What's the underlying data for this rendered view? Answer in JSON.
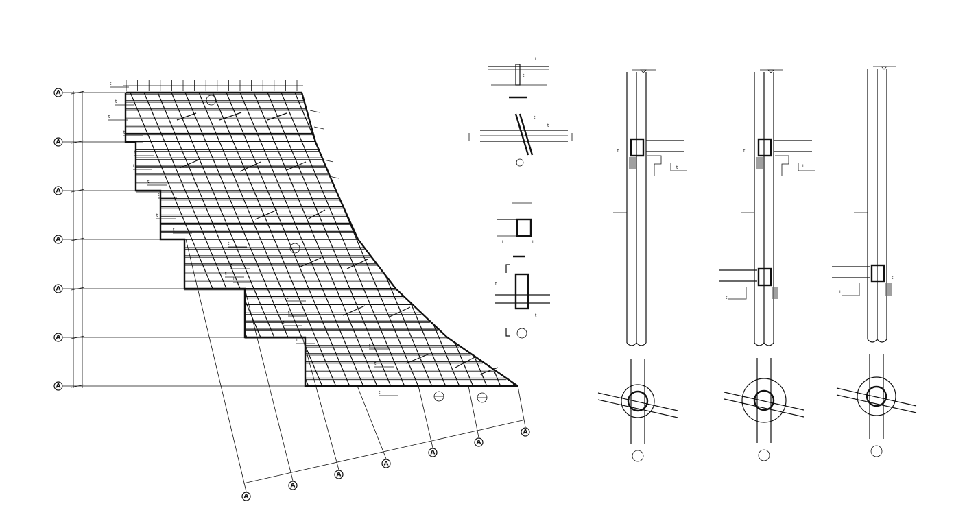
{
  "plan": {
    "left_axis_bubbles": [
      "A",
      "A",
      "A",
      "A",
      "A",
      "A",
      "A"
    ],
    "bottom_axis_bubbles": [
      "A",
      "A",
      "A",
      "A",
      "A",
      "A",
      "A"
    ],
    "beam_tags": [
      "t",
      "t",
      "t",
      "t",
      "t",
      "t",
      "t",
      "t",
      "t",
      "t",
      "t",
      "t",
      "t",
      "t",
      "t",
      "t",
      "t",
      "t",
      "t",
      "t",
      "t"
    ]
  },
  "details": {
    "detail_tags": [
      "t",
      "t",
      "t",
      "t",
      "t",
      "t",
      "t",
      "t",
      "t",
      "t",
      "t",
      "t",
      "t",
      "t",
      "t"
    ]
  }
}
